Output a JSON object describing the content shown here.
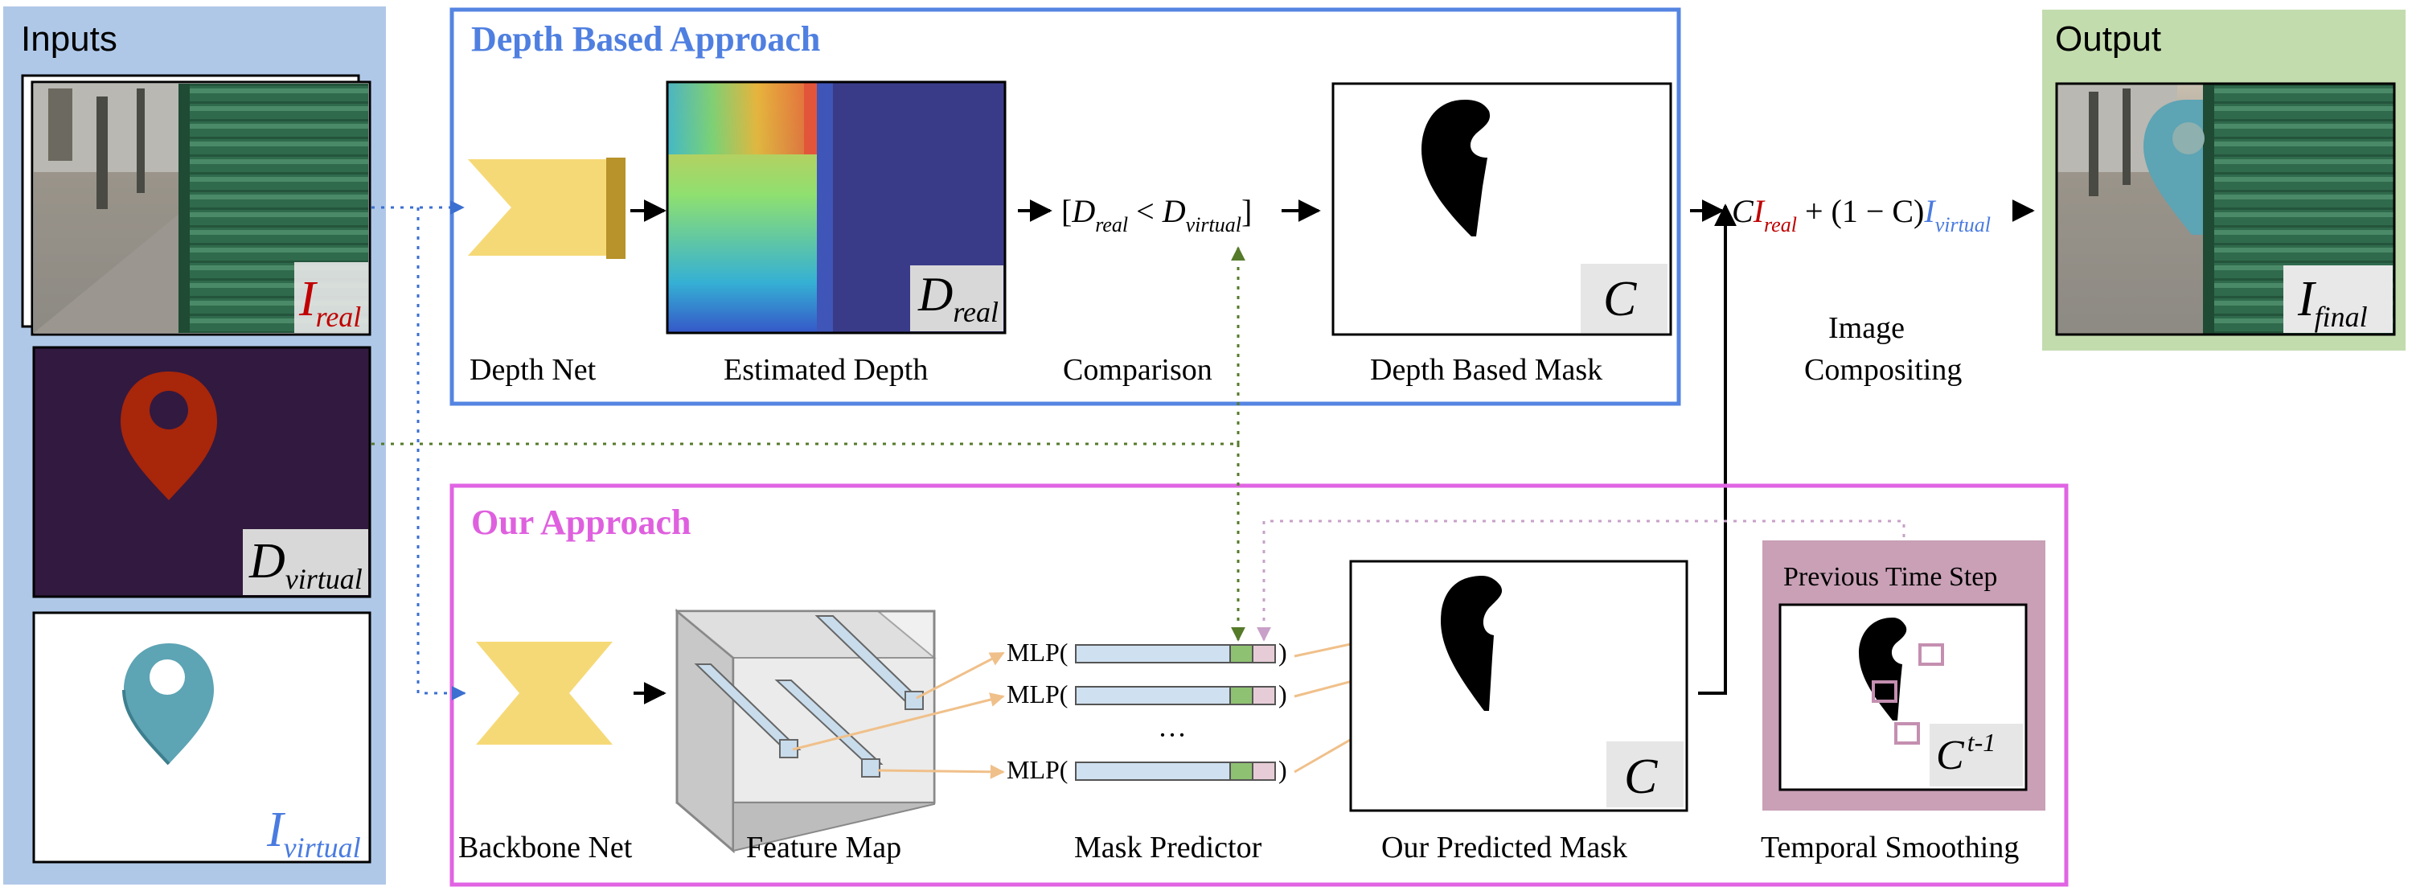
{
  "colors": {
    "inputs_panel": "#b0c8e8",
    "output_panel": "#c3dcae",
    "depth_border": "#5585e2",
    "ours_border": "#e064e3",
    "depth_title": "#4f7fe0",
    "ours_title": "#df60df",
    "net_yellow": "#f6d977",
    "net_dark": "#b8922a",
    "temporal_bg": "#c9a0b6",
    "real_red": "#c00000",
    "virtual_blue": "#4a7be0",
    "pin_red": "#a8260a",
    "pin_teal": "#5da4b4",
    "bar_blue": "#cfe0f0",
    "bar_green": "#8fc172",
    "bar_pink": "#e6ccd6",
    "arrow_orange": "#f0c08a",
    "dot_blue": "#3b6fd0",
    "dot_green": "#557a2a",
    "dot_pink": "#c8a0c8"
  },
  "inputs": {
    "title": "Inputs",
    "real_label": {
      "base": "I",
      "sub": "real"
    },
    "depth_label": {
      "base": "D",
      "sub": "virtual"
    },
    "virtual_label": {
      "base": "I",
      "sub": "virtual"
    }
  },
  "output": {
    "title": "Output",
    "final_label": {
      "base": "I",
      "sub": "final"
    }
  },
  "depth_approach": {
    "title": "Depth Based Approach",
    "depth_net": "Depth Net",
    "estimated_depth": "Estimated Depth",
    "depth_image_label": {
      "base": "D",
      "sub": "real"
    },
    "comparison": "Comparison",
    "comparison_formula": {
      "open": "[",
      "a": "D",
      "a_sub": "real",
      "op": "<",
      "b": "D",
      "b_sub": "virtual",
      "close": "]"
    },
    "mask_label": "Depth Based Mask",
    "mask_symbol": "C"
  },
  "compositing": {
    "c": "C",
    "i_real": {
      "base": "I",
      "sub": "real"
    },
    "middle": " + (1 − C)",
    "i_virtual": {
      "base": "I",
      "sub": "virtual"
    },
    "label_line1": "Image",
    "label_line2": "Compositing"
  },
  "our_approach": {
    "title": "Our Approach",
    "backbone": "Backbone Net",
    "feature_map": "Feature Map",
    "mask_predictor": "Mask Predictor",
    "mlp_open": "MLP(",
    "mlp_close": ")",
    "ellipsis": "···",
    "predicted_mask": "Our Predicted Mask",
    "predicted_symbol": "C",
    "temporal_title": "Previous Time Step",
    "temporal_symbol": {
      "base": "C",
      "sup": "t-1"
    },
    "temporal_label": "Temporal Smoothing"
  }
}
